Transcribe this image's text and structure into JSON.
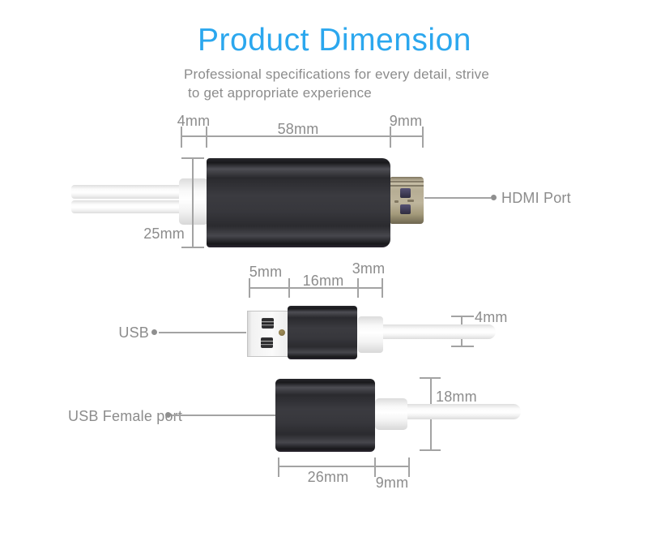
{
  "header": {
    "title": "Product Dimension",
    "subtitle_line1": "Professional specifications for every detail, strive",
    "subtitle_line2": "to get appropriate experience"
  },
  "hdmi": {
    "width_left": "4mm",
    "width_body": "58mm",
    "width_plug": "9mm",
    "height": "25mm",
    "label": "HDMI Port"
  },
  "usb": {
    "width_plug": "5mm",
    "width_body": "16mm",
    "width_collar": "3mm",
    "cable_diameter": "4mm",
    "label": "USB"
  },
  "usb_female": {
    "height": "18mm",
    "width_body": "26mm",
    "width_collar": "9mm",
    "label": "USB Female port"
  },
  "colors": {
    "accent_blue": "#2ba7ee",
    "text_gray": "#8c8c8c",
    "line_gray": "#a3a3a3"
  }
}
